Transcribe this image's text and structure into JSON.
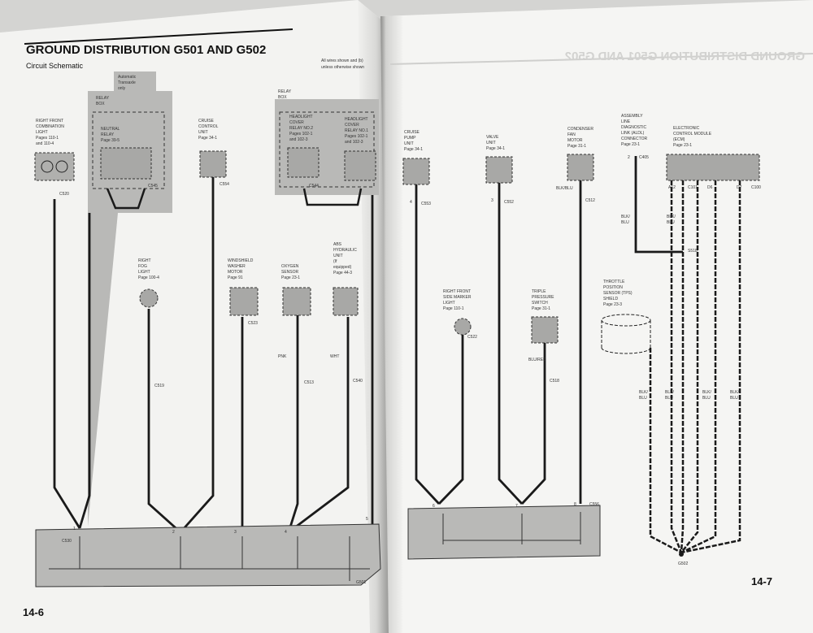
{
  "left_page": {
    "title": "GROUND DISTRIBUTION G501 AND G502",
    "subtitle": "Circuit Schematic",
    "note": "All wires shown and (b)",
    "note2": "unless otherwise shown",
    "page_number": "14-6",
    "components": {
      "right_front_combination_light": [
        "RIGHT FRONT",
        "COMBINATION",
        "LIGHT",
        "Pages 110-1",
        "and 110-4"
      ],
      "relay_box_1": [
        "RELAY",
        "BOX"
      ],
      "automatic_transaxle": [
        "Automatic",
        "Transaxle",
        "only"
      ],
      "neutral_relay": [
        "NEUTRAL",
        "RELAY",
        "Page 39-5"
      ],
      "cruise_control_unit": [
        "CRUISE",
        "CONTROL",
        "UNIT",
        "Page 34-1"
      ],
      "relay_box_2": [
        "RELAY",
        "BOX"
      ],
      "headlight_cover_relay_2": [
        "HEADLIGHT",
        "COVER",
        "RELAY NO.2",
        "Pages 102-1",
        "and 102-3"
      ],
      "headlight_cover_relay_1": [
        "HEADLIGHT",
        "COVER",
        "RELAY NO.1",
        "Pages 102-1",
        "and 102-3"
      ],
      "right_fog_light": [
        "RIGHT",
        "FOG",
        "LIGHT",
        "Page 100-4"
      ],
      "windshield_washer_motor": [
        "WINDSHIELD",
        "WASHER",
        "MOTOR",
        "Page 91"
      ],
      "oxygen_sensor": [
        "OXYGEN",
        "SENSOR",
        "Page 23-1"
      ],
      "abs_hydraulic_unit": [
        "ABS",
        "HYDRAULIC",
        "UNIT",
        "(If",
        "equipped)",
        "Page 44-3"
      ]
    },
    "connectors": [
      "C520",
      "C545",
      "C554",
      "C544",
      "C519",
      "C523",
      "C513",
      "C540",
      "C530",
      "G501"
    ],
    "wire_colors": [
      "PNK",
      "WHT"
    ],
    "pins": [
      "1",
      "2",
      "3",
      "4",
      "5"
    ]
  },
  "right_page": {
    "page_number": "14-7",
    "mirror_title": "GROUND DISTRIBUTION G501 AND G502",
    "components": {
      "cruise_pump_unit": [
        "CRUISE",
        "PUMP",
        "UNIT",
        "Page 34-1"
      ],
      "valve_unit": [
        "VALVE",
        "UNIT",
        "Page 34-1"
      ],
      "condenser_fan_motor": [
        "CONDENSER",
        "FAN",
        "MOTOR",
        "Page 31-1"
      ],
      "aldl": [
        "ASSEMBLY",
        "LINE",
        "DIAGNOSTIC",
        "LINK (ALDL)",
        "CONNECTOR",
        "Page 23-1"
      ],
      "ecm": [
        "ELECTRONIC",
        "CONTROL MODULE",
        "(ECM)",
        "Page 23-1"
      ],
      "right_front_side_marker_light": [
        "RIGHT FRONT",
        "SIDE MARKER",
        "LIGHT",
        "Page 110-1"
      ],
      "triple_pressure_switch": [
        "TRIPLE",
        "PRESSURE",
        "SWITCH",
        "Page 31-1"
      ],
      "throttle_position_sensor_shield": [
        "THROTTLE",
        "POSITION",
        "SENSOR (TPS)",
        "SHIELD",
        "Page 23-3"
      ]
    },
    "connectors": [
      "C553",
      "C552",
      "C512",
      "C405",
      "C101",
      "C100",
      "C522",
      "C518",
      "C556",
      "S518",
      "G502"
    ],
    "wire_colors": [
      "BLK/BLU",
      "BLU/RED",
      "BLK/",
      "BLU"
    ],
    "pins": [
      "6",
      "7",
      "8",
      "4",
      "3",
      "2",
      "A12",
      "D6",
      "D7"
    ]
  },
  "colors": {
    "paper": "#f4f4f2",
    "shade": "#b9b9b7",
    "wire": "#1a1a1a"
  }
}
